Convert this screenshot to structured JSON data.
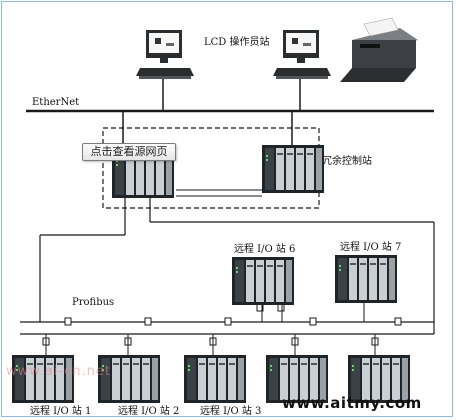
{
  "labels": {
    "lcd_station": "LCD 操作员站",
    "ethernet": "EtherNet",
    "redundant_station": "冗余控制站",
    "profibus": "Profibus",
    "remote_6": "远程 I/O 站 6",
    "remote_7": "远程 I/O 站 7",
    "remote_1": "远程 I/O 站 1",
    "remote_2": "远程 I/O 站 2",
    "remote_3": "远程 I/O 站 3"
  },
  "overlay": {
    "view_source_button": "点击查看源网页",
    "watermark": "www.aitmy.com",
    "faint_watermark": "www.ai-cn.net"
  },
  "colors": {
    "line": "#1a1a1a",
    "frame": "#8fb9dd",
    "device_dark": "#1f2428",
    "device_light": "#d8dcdf"
  },
  "icons": {
    "pc": "computer-terminal-icon",
    "printer": "printer-icon",
    "plc": "plc-rack-icon"
  }
}
